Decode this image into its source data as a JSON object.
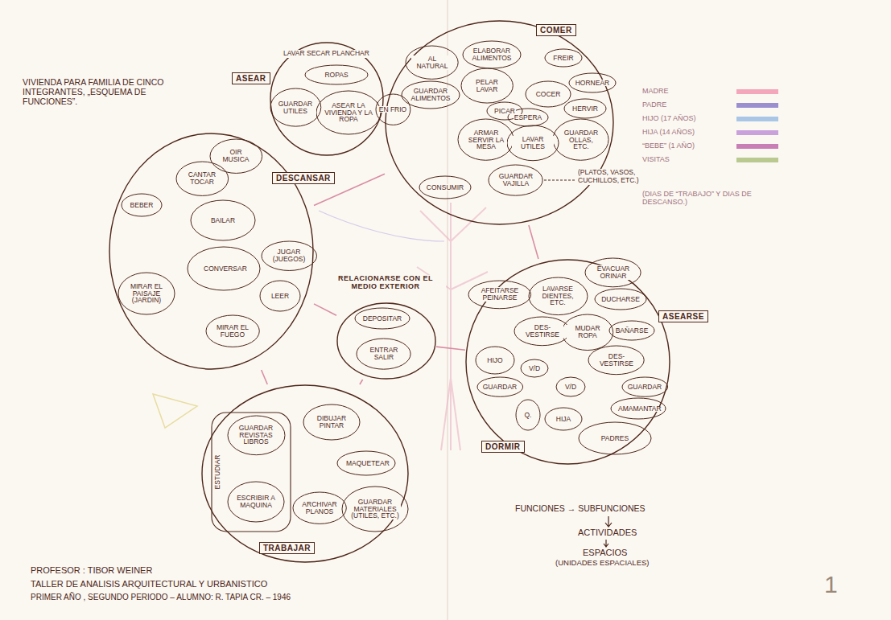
{
  "diagram": {
    "title": "VIVIENDA PARA FAMILIA DE CINCO INTEGRANTES, „ESQUEMA DE FUNCIONES”.",
    "nodes": [
      {
        "text": [
          "ASEAR"
        ]
      },
      {
        "text": [
          "ROPAS"
        ],
        "in": 0
      },
      {
        "text": [
          "GUARDAR UTILES"
        ],
        "in": 0
      },
      {
        "text": [
          "ASEAR LA VIVIENDA Y LA ROPA"
        ],
        "in": 0
      },
      {
        "text": [
          "COMER"
        ]
      },
      {
        "text": [
          "AL NATURAL"
        ],
        "in": 4
      },
      {
        "text": [
          "ELABORAR ALIMENTOS"
        ],
        "in": 4
      },
      {
        "text": [
          "GUARDAR ALIMENTOS"
        ],
        "in": 4
      },
      {
        "text": [
          "PELAR LAVAR"
        ],
        "in": 4
      },
      {
        "text": [
          "PICAR"
        ],
        "in": 4
      },
      {
        "text": [
          "EN FRIO"
        ],
        "in": 4
      },
      {
        "text": [
          "COCER"
        ],
        "in": 4
      },
      {
        "text": [
          "FREIR"
        ],
        "in": 4
      },
      {
        "text": [
          "HORNEAR"
        ],
        "in": 4
      },
      {
        "text": [
          "HERVIR"
        ],
        "in": 4
      },
      {
        "text": [
          "ARMAR SERVIR LA MESA"
        ],
        "in": 4
      },
      {
        "text": [
          "ESPERA"
        ],
        "in": 4
      },
      {
        "text": [
          "LAVAR UTILES"
        ],
        "in": 4
      },
      {
        "text": [
          "GUARDAR OLLAS, ETC."
        ],
        "in": 4
      },
      {
        "text": [
          "CONSUMIR"
        ],
        "in": 4
      },
      {
        "text": [
          "GUARDAR VAJILLA"
        ],
        "in": 4
      },
      {
        "text": [
          "DESCANSAR"
        ]
      },
      {
        "text": [
          "BEBER"
        ],
        "in": 21
      },
      {
        "text": [
          "CANTAR TOCAR"
        ],
        "in": 21
      },
      {
        "text": [
          "OIR MUSICA"
        ],
        "in": 21
      },
      {
        "text": [
          "BAILAR"
        ],
        "in": 21
      },
      {
        "text": [
          "CONVERSAR"
        ],
        "in": 21
      },
      {
        "text": [
          "JUGAR (JUEGOS)"
        ],
        "in": 21
      },
      {
        "text": [
          "LEER"
        ],
        "in": 21
      },
      {
        "text": [
          "MIRAR EL PAISAJE (JARDIN)"
        ],
        "in": 21
      },
      {
        "text": [
          "MIRAR EL FUEGO"
        ],
        "in": 21
      },
      {
        "text": [
          "RELACIONARSE CON EL MEDIO EXTERIOR"
        ]
      },
      {
        "text": [
          "DEPOSITAR"
        ],
        "in": 31
      },
      {
        "text": [
          "ENTRAR SALIR"
        ],
        "in": 31
      },
      {
        "text": [
          "ASEARSE",
          "DORMIR"
        ]
      },
      {
        "text": [
          "AFEITARSE PEINARSE"
        ],
        "in": 34
      },
      {
        "text": [
          "LAVARSE DIENTES, ETC."
        ],
        "in": 34
      },
      {
        "text": [
          "EVACUAR ORINAR"
        ],
        "in": 34
      },
      {
        "text": [
          "DES-VESTIRSE"
        ],
        "in": 34
      },
      {
        "text": [
          "DUCHARSE"
        ],
        "in": 34
      },
      {
        "text": [
          "MUDAR ROPA"
        ],
        "in": 34
      },
      {
        "text": [
          "BAÑARSE"
        ],
        "in": 34
      },
      {
        "text": [
          "HIJO"
        ],
        "in": 34
      },
      {
        "text": [
          "V/D"
        ],
        "in": 34
      },
      {
        "text": [
          "GUARDAR"
        ],
        "in": 34
      },
      {
        "text": [
          "DES-VESTIRSE"
        ],
        "in": 34
      },
      {
        "text": [
          "GUARDAR"
        ],
        "in": 34
      },
      {
        "text": [
          "V/D"
        ],
        "in": 34
      },
      {
        "text": [
          "Q."
        ],
        "in": 34
      },
      {
        "text": [
          "HIJA"
        ],
        "in": 34
      },
      {
        "text": [
          "AMAMANTAR"
        ],
        "in": 34
      },
      {
        "text": [
          "PADRES"
        ],
        "in": 34
      },
      {
        "text": [
          "TRABAJAR"
        ]
      },
      {
        "text": [
          "ESTUDIAR"
        ],
        "in": 52
      },
      {
        "text": [
          "GUARDAR REVISTAS LIBROS"
        ],
        "in": 53
      },
      {
        "text": [
          "ESCRIBIR A MAQUINA"
        ],
        "in": 53
      },
      {
        "text": [
          "DIBUJAR PINTAR"
        ],
        "in": 52
      },
      {
        "text": [
          "MAQUETEAR"
        ],
        "in": 52
      },
      {
        "text": [
          "ARCHIVAR PLANOS"
        ],
        "in": 52
      },
      {
        "text": [
          "GUARDAR MATERIALES (UTILES, ETC.)"
        ],
        "in": 52
      }
    ],
    "edges": [
      {
        "from": 21,
        "to": 4,
        "arrow": "none"
      },
      {
        "from": 4,
        "to": 34,
        "arrow": "none"
      },
      {
        "from": 21,
        "to": 31,
        "arrow": "none"
      },
      {
        "from": 31,
        "to": 34,
        "arrow": "none"
      },
      {
        "from": 21,
        "to": 52,
        "arrow": "none"
      },
      {
        "from": 52,
        "to": 31,
        "arrow": "none"
      }
    ],
    "labels": [
      "LAVAR SECAR PLANCHAR",
      "(PLATOS, VASOS, CUCHILLOS, ETC.)",
      "(DIAS DE “TRABAJO” Y DIAS DE DESCANSO.)",
      "PROFESOR : TIBOR WEINER",
      "TALLER DE ANALISIS ARQUITECTURAL Y URBANISTICO",
      "PRIMER AÑO , SEGUNDO PERIODO – ALUMNO: R. TAPIA CR. – 1946",
      "FUNCIONES → SUBFUNCIONES",
      "ACTIVIDADES",
      "ESPACIOS",
      "(UNIDADES ESPACIALES)",
      "1"
    ],
    "legend": [
      {
        "text": "MADRE",
        "color": "#f4a6bb"
      },
      {
        "text": "PADRE",
        "color": "#9c8fcf"
      },
      {
        "text": "HIJO (17 AÑOS)",
        "color": "#a9c6e6"
      },
      {
        "text": "HIJA (14 AÑOS)",
        "color": "#c9a2dc"
      },
      {
        "text": "“BEBE” (1 AÑO)",
        "color": "#c77fb5"
      },
      {
        "text": "VISITAS",
        "color": "#b9c98f"
      }
    ]
  }
}
